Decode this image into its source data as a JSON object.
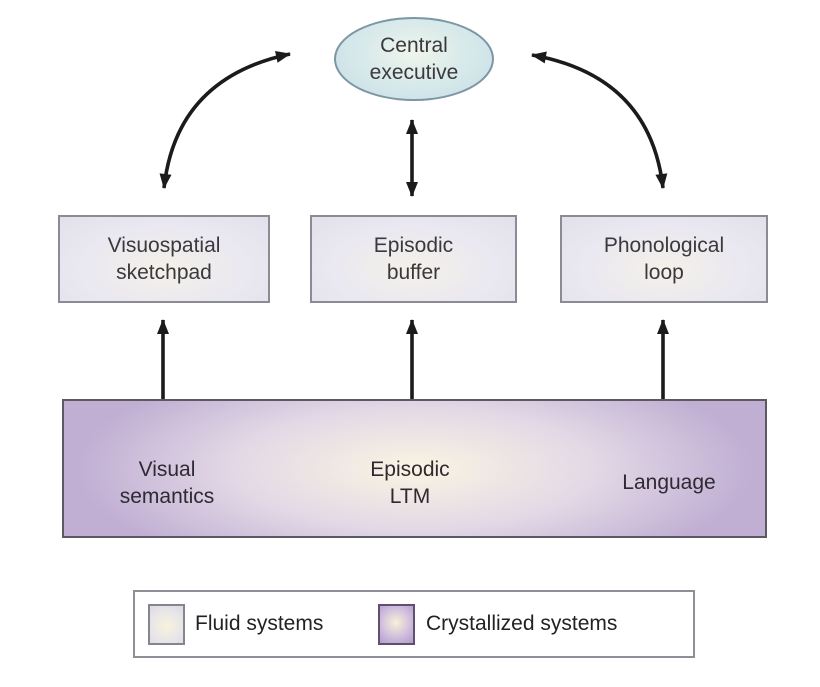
{
  "diagram": {
    "nodes": {
      "central_executive": "Central\nexecutive",
      "visuospatial_sketchpad": "Visuospatial\nsketchpad",
      "episodic_buffer": "Episodic\nbuffer",
      "phonological_loop": "Phonological\nloop",
      "visual_semantics": "Visual\nsemantics",
      "episodic_ltm": "Episodic\nLTM",
      "language": "Language"
    },
    "legend": {
      "fluid_label": "Fluid systems",
      "crystallized_label": "Crystallized systems"
    },
    "colors": {
      "ellipse_fill": "#cde2e9",
      "ellipse_border": "#7b96a4",
      "fluid_box_fill": "#e6e4ee",
      "fluid_box_border": "#8b8b93",
      "crystallized_edge": "#c0aed3",
      "crystallized_glow": "#faf4e2",
      "arrow": "#1b1b1b"
    }
  }
}
